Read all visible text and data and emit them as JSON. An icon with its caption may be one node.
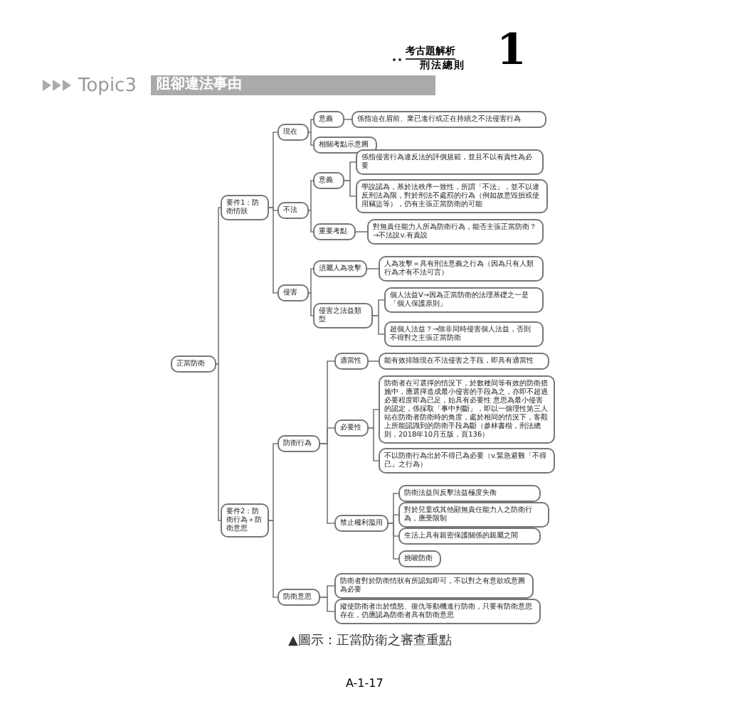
{
  "diagram": {
    "title": "阻卻違法事由",
    "caption": "▲圖示：正當防衛之審查重點",
    "nodes": [
      {
        "text": [
          "正當防衛"
        ]
      },
      {
        "text": [
          "要件1：防衛情狀"
        ]
      },
      {
        "text": [
          "現在"
        ]
      },
      {
        "text": [
          "意義"
        ]
      },
      {
        "text": [
          "係指迫在眉前、業已進行或正在持續之不法侵害行為"
        ]
      },
      {
        "text": [
          "相關考點示意圖"
        ]
      },
      {
        "text": [
          "不法"
        ]
      },
      {
        "text": [
          "意義"
        ]
      },
      {
        "text": [
          "係指侵害行為違反法的評價規範，並且不以有責性為必要"
        ]
      },
      {
        "text": [
          "學說認為，基於法秩序一致性，所謂「不法」，並不以違反刑法為限，對於刑法不處罰的行為（例如故意毀損或使用竊盜等），仍有主張正當防衛的可能"
        ]
      },
      {
        "text": [
          "重要考點"
        ]
      },
      {
        "text": [
          "對無責任能力人所為防衛行為，能否主張正當防衛？→不法說v.有責說"
        ]
      },
      {
        "text": [
          "侵害"
        ]
      },
      {
        "text": [
          "須屬人為攻擊"
        ]
      },
      {
        "text": [
          "人為攻擊＝具有刑法意義之行為（因為只有人類行為才有不法可言）"
        ]
      },
      {
        "text": [
          "侵害之法益類型"
        ]
      },
      {
        "text": [
          "個人法益V→因為正當防衛的法理基礎之一是「個人保護原則」"
        ]
      },
      {
        "text": [
          "超個人法益？→除非同時侵害個人法益，否則不得對之主張正當防衛"
        ]
      },
      {
        "text": [
          "要件2：防衛行為＋防衛意思"
        ]
      },
      {
        "text": [
          "防衛行為"
        ]
      },
      {
        "text": [
          "適當性"
        ]
      },
      {
        "text": [
          "能有效排除現在不法侵害之手段，即具有適當性"
        ]
      },
      {
        "text": [
          "必要性"
        ]
      },
      {
        "text": [
          "防衛者在可選擇的情況下，於數種同等有效的防衛措施中，應選擇造成最小侵害的手段為之，亦即不超過必要程度即為已足，始具有必要性 意思為最小侵害的認定，係採取「事中判斷」，即以一個理性第三人站在防衛者防衛時的角度，處於相同的情況下，客觀上所能認識到的防衛手段為斷（參林書楷，刑法總則，2018年10月五版，頁136）"
        ]
      },
      {
        "text": [
          "不以防衛行為出於不得已為必要（v.緊急避難「不得已」之行為）"
        ]
      },
      {
        "text": [
          "禁止權利濫用"
        ]
      },
      {
        "text": [
          "防衛法益與反擊法益極度失衡"
        ]
      },
      {
        "text": [
          "對於兒童或其他顯無責任能力人之防衛行為，應受限制"
        ]
      },
      {
        "text": [
          "生活上具有親密保護關係的親屬之間"
        ]
      },
      {
        "text": [
          "挑唆防衛"
        ]
      },
      {
        "text": [
          "防衛意思"
        ]
      },
      {
        "text": [
          "防衛者對於防衛情狀有所認知即可，不以對之有意欲或意圖為必要"
        ]
      },
      {
        "text": [
          "縱使防衛者出於憤怒、復仇等動機進行防衛，只要有防衛意思存在，仍應認為防衛者具有防衛意思"
        ]
      }
    ],
    "edges": [
      {
        "from": 0,
        "to": 1,
        "arrow": "none"
      },
      {
        "from": 1,
        "to": 2,
        "arrow": "none"
      },
      {
        "from": 2,
        "to": 3,
        "arrow": "none"
      },
      {
        "from": 3,
        "to": 4,
        "arrow": "none"
      },
      {
        "from": 2,
        "to": 5,
        "arrow": "none"
      },
      {
        "from": 1,
        "to": 6,
        "arrow": "none"
      },
      {
        "from": 6,
        "to": 7,
        "arrow": "none"
      },
      {
        "from": 7,
        "to": 8,
        "arrow": "none"
      },
      {
        "from": 7,
        "to": 9,
        "arrow": "none"
      },
      {
        "from": 6,
        "to": 10,
        "arrow": "none"
      },
      {
        "from": 10,
        "to": 11,
        "arrow": "none"
      },
      {
        "from": 1,
        "to": 12,
        "arrow": "none"
      },
      {
        "from": 12,
        "to": 13,
        "arrow": "none"
      },
      {
        "from": 13,
        "to": 14,
        "arrow": "none"
      },
      {
        "from": 12,
        "to": 15,
        "arrow": "none"
      },
      {
        "from": 15,
        "to": 16,
        "arrow": "none"
      },
      {
        "from": 15,
        "to": 17,
        "arrow": "none"
      },
      {
        "from": 0,
        "to": 18,
        "arrow": "none"
      },
      {
        "from": 18,
        "to": 19,
        "arrow": "none"
      },
      {
        "from": 19,
        "to": 20,
        "arrow": "none"
      },
      {
        "from": 20,
        "to": 21,
        "arrow": "none"
      },
      {
        "from": 19,
        "to": 22,
        "arrow": "none"
      },
      {
        "from": 22,
        "to": 23,
        "arrow": "none"
      },
      {
        "from": 22,
        "to": 24,
        "arrow": "none"
      },
      {
        "from": 19,
        "to": 25,
        "arrow": "none"
      },
      {
        "from": 25,
        "to": 26,
        "arrow": "none"
      },
      {
        "from": 25,
        "to": 27,
        "arrow": "none"
      },
      {
        "from": 25,
        "to": 28,
        "arrow": "none"
      },
      {
        "from": 25,
        "to": 29,
        "arrow": "none"
      },
      {
        "from": 18,
        "to": 30,
        "arrow": "none"
      },
      {
        "from": 30,
        "to": 31,
        "arrow": "none"
      },
      {
        "from": 30,
        "to": 32,
        "arrow": "none"
      }
    ],
    "labels": [
      "考古題解析",
      "刑法總則",
      "1",
      "Topic3",
      "A-1-17"
    ]
  }
}
